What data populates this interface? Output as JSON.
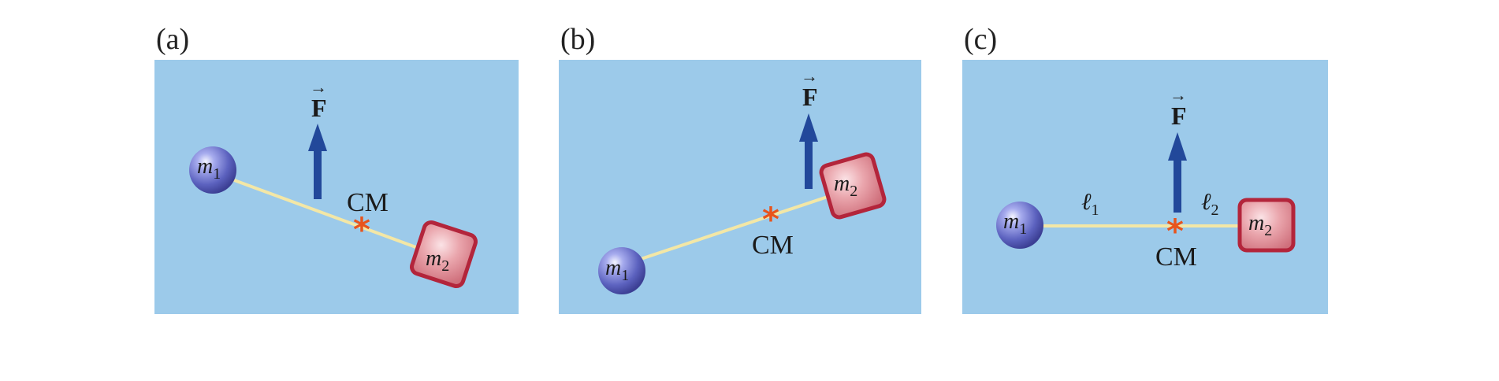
{
  "panels": [
    {
      "label": "(a)",
      "mass1": {
        "symbol": "m",
        "sub": "1"
      },
      "mass2": {
        "symbol": "m",
        "sub": "2"
      },
      "force": "F",
      "cm": "CM"
    },
    {
      "label": "(b)",
      "mass1": {
        "symbol": "m",
        "sub": "1"
      },
      "mass2": {
        "symbol": "m",
        "sub": "2"
      },
      "force": "F",
      "cm": "CM"
    },
    {
      "label": "(c)",
      "mass1": {
        "symbol": "m",
        "sub": "1"
      },
      "mass2": {
        "symbol": "m",
        "sub": "2"
      },
      "force": "F",
      "cm": "CM",
      "len1": {
        "symbol": "ℓ",
        "sub": "1"
      },
      "len2": {
        "symbol": "ℓ",
        "sub": "2"
      }
    }
  ],
  "colors": {
    "panel_bg": "#9ccaea",
    "rod": "#f3e7a6",
    "force_arrow": "#22489a",
    "cm_star": "#e8541c",
    "sphere": "#6c72c7",
    "block": "#e9a3aa",
    "block_border": "#b3253b"
  }
}
